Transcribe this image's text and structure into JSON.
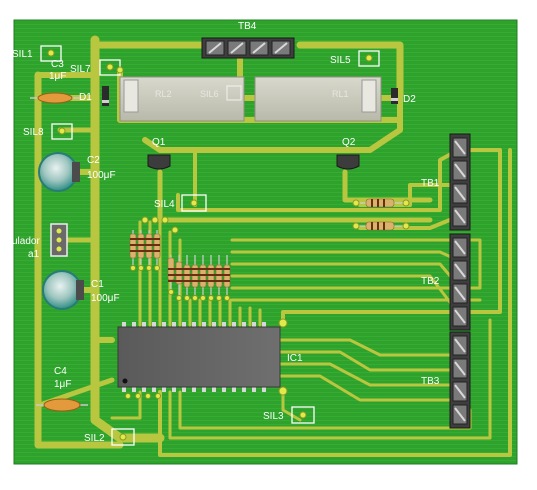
{
  "board": {
    "background_color": "#2ea02c",
    "trace_color": "#b9c63f",
    "silk_color": "#ffffff"
  },
  "labels": {
    "tb4": "TB4",
    "sil1": "SIL1",
    "c3": "C3",
    "c3_value": "1μF",
    "sil7": "SIL7",
    "d1": "D1",
    "rl2": "RL2",
    "sil6": "SIL6",
    "rl1": "RL1",
    "sil5": "SIL5",
    "d2": "D2",
    "sil8": "SIL8",
    "q1": "Q1",
    "q2": "Q2",
    "c2": "C2",
    "c2_value": "100μF",
    "tb1": "TB1",
    "sil4": "SIL4",
    "regulador": "ulador",
    "regulador_sub": "a1",
    "c1": "C1",
    "c1_value": "100μF",
    "tb2": "TB2",
    "ic1": "IC1",
    "c4": "C4",
    "c4_value": "1μF",
    "tb3": "TB3",
    "sil3": "SIL3",
    "sil2": "SIL2"
  }
}
